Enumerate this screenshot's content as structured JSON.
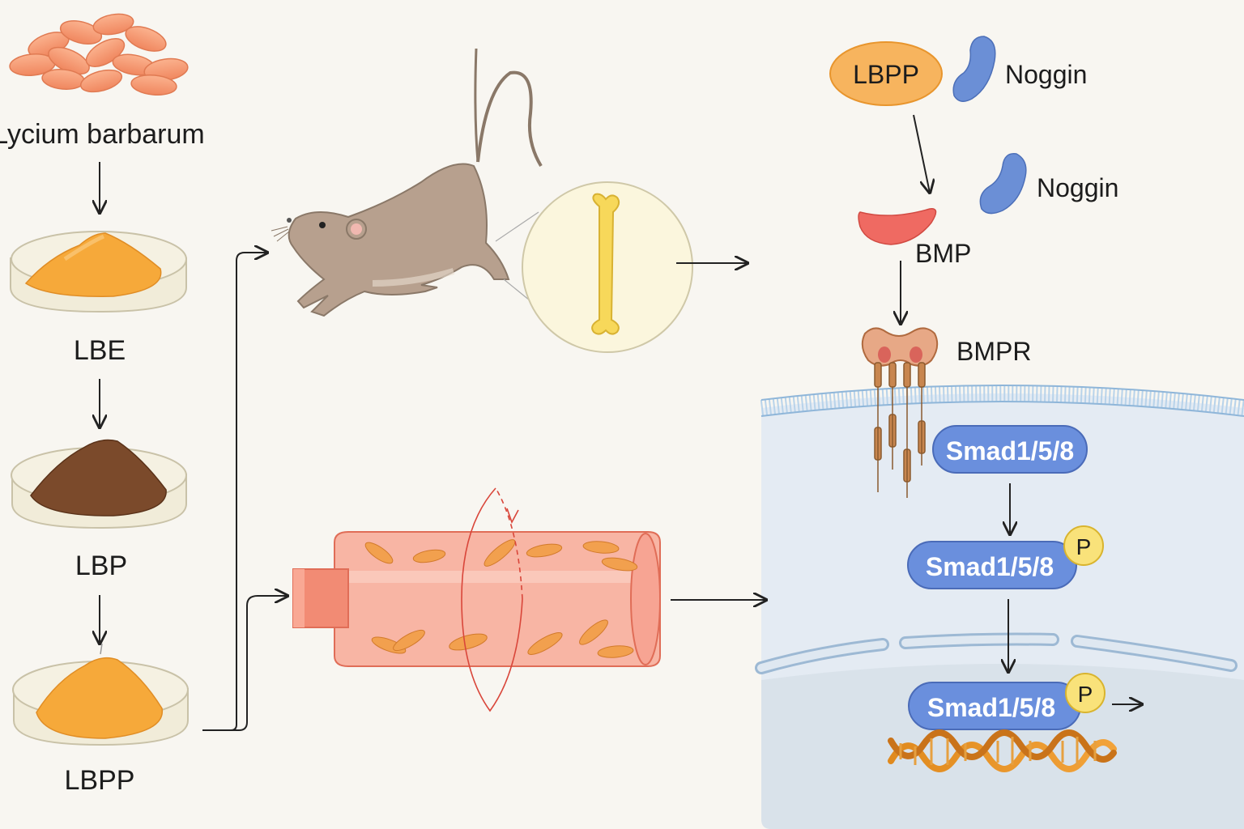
{
  "source": {
    "label": "Lycium barbarum"
  },
  "extraction_steps": [
    {
      "label": "LBE"
    },
    {
      "label": "LBP"
    },
    {
      "label": "LBPP"
    }
  ],
  "pathway": {
    "ligand_complex": {
      "lbpp": "LBPP",
      "noggin": "Noggin"
    },
    "free_noggin": "Noggin",
    "bmp": "BMP",
    "receptor": "BMPR",
    "smad": "Smad1/5/8",
    "smad_p1": "Smad1/5/8",
    "smad_p2": "Smad1/5/8",
    "phospho": "P",
    "phospho2": "P"
  },
  "colors": {
    "lbpp_oval": "#f7b45e",
    "noggin": "#6b8fd6",
    "bmp": "#ef6a62",
    "smad_pill": "#6a8fdd",
    "phospho_circle": "#f9e27a",
    "cell_bg": "#e4ebf3",
    "scaffold": "#f6a595"
  }
}
